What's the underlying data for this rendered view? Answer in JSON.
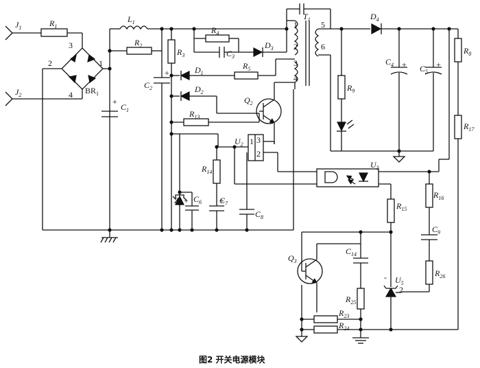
{
  "caption": "图2  开关电源模块",
  "labels": {
    "J1": "J",
    "J1s": "1",
    "J2": "J",
    "J2s": "2",
    "R1": "R",
    "R1s": "1",
    "L1": "L",
    "L1s": "1",
    "R2": "R",
    "R2s": "2",
    "R3": "R",
    "R3s": "3",
    "R4": "R",
    "R4s": "4",
    "C3": "C",
    "C3s": "3",
    "D3": "D",
    "D3s": "3",
    "D1": "D",
    "D1s": "1",
    "R5": "R",
    "R5s": "5",
    "D2": "D",
    "D2s": "2",
    "R13": "R",
    "R13s": "13",
    "Q2": "Q",
    "Q2s": "2",
    "C2": "C",
    "C2s": "2",
    "C1": "C",
    "C1s": "1",
    "BR1": "BR",
    "BR1s": "1",
    "T1": "T",
    "T1s": "1",
    "D4": "D",
    "D4s": "4",
    "R8": "R",
    "R8s": "8",
    "R17": "R",
    "R17s": "17",
    "C4": "C",
    "C4s": "4",
    "C5": "C",
    "C5s": "5",
    "R9": "R",
    "R9s": "9",
    "U2": "U",
    "U2s": "2",
    "R14": "R",
    "R14s": "14",
    "C7": "C",
    "C7s": "7",
    "C8": "C",
    "C8s": "8",
    "Z1": "Z",
    "Z1s": "1",
    "C6": "C",
    "C6s": "6",
    "U3": "U",
    "U3s": "3",
    "R16": "R",
    "R16s": "16",
    "R15": "R",
    "R15s": "15",
    "C9": "C",
    "C9s": "9",
    "Q3": "Q",
    "Q3s": "3",
    "C14": "C",
    "C14s": "14",
    "R25": "R",
    "R25s": "25",
    "R26": "R",
    "R26s": "26",
    "U5": "U",
    "U5s": "5",
    "R23": "R",
    "R23s": "23",
    "R24": "R",
    "R24s": "24"
  },
  "pins": {
    "br_p1": "1",
    "br_p2": "2",
    "br_p3": "3",
    "br_p4": "4",
    "t_p1": "1",
    "t_p2": "2",
    "t_p3": "3",
    "t_p4": "4",
    "t_p5": "5",
    "t_p6": "6",
    "u2_p1": "1",
    "u2_p2": "2",
    "u2_p3": "3",
    "u5_p2": "2",
    "plus": "+",
    "minus": "-"
  }
}
